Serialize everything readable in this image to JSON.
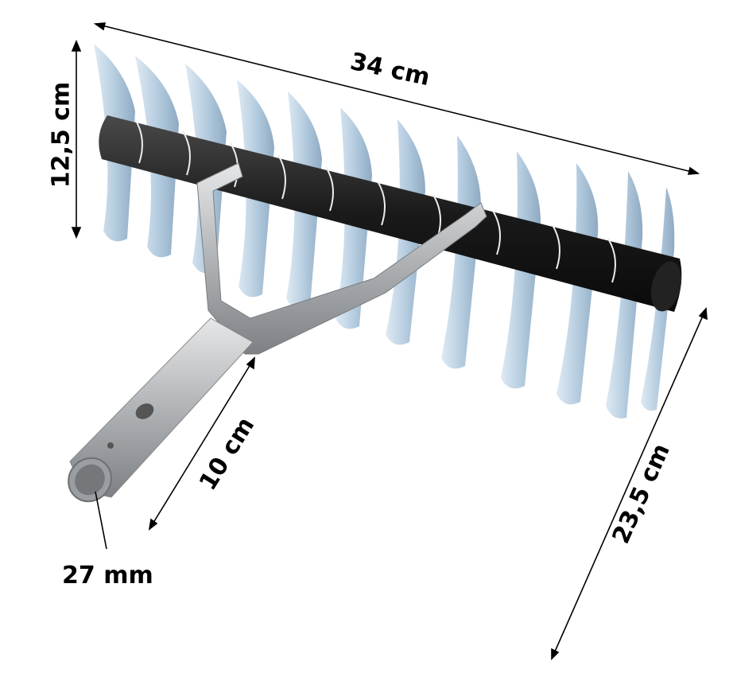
{
  "image": {
    "subject": "Lawn scarifier rake head with spring tines and tapered handle socket",
    "background_color": "#ffffff"
  },
  "dimensions": {
    "width_label": "34 cm",
    "height_label": "12,5 cm",
    "depth_label": "23,5 cm",
    "socket_length_label": "10 cm",
    "socket_diameter_label": "27 mm"
  },
  "colors": {
    "blade": "#b9cfe0",
    "blade_edge": "#8fa9bf",
    "roller": "#1e1e1e",
    "frame": "#b5b8bb",
    "socket": "#a9acaf",
    "line": "#000000"
  }
}
